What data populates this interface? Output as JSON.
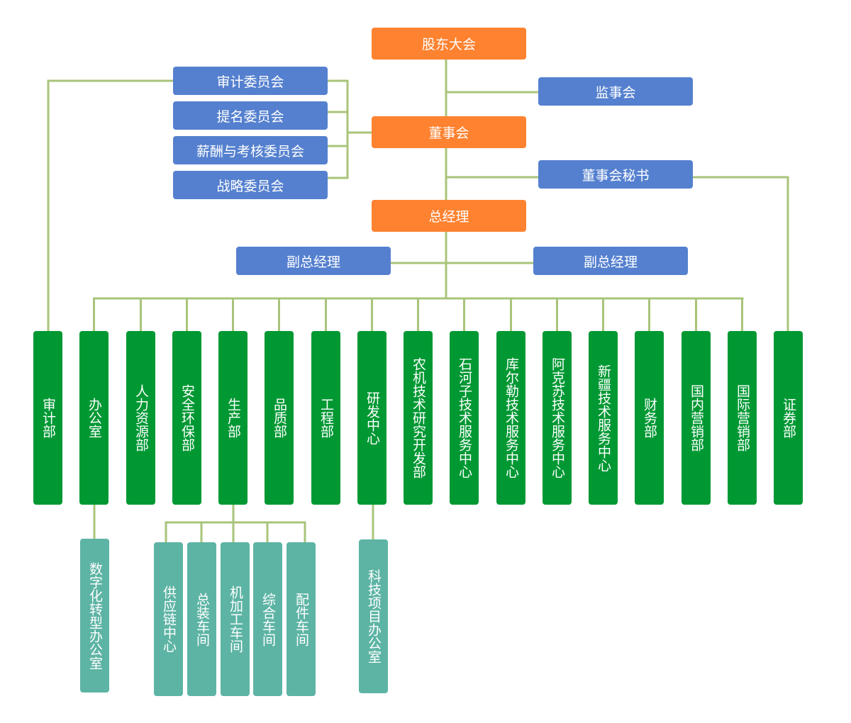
{
  "colors": {
    "connector": "#a9c47a",
    "top_level": "#fe8230",
    "committee": "#5580cf",
    "department": "#009833",
    "sub_unit": "#5db4a4",
    "text": "#ffffff"
  },
  "top": {
    "shareholders": "股东大会",
    "board": "董事会",
    "gm": "总经理"
  },
  "committees": [
    "审计委员会",
    "提名委员会",
    "薪酬与考核委员会",
    "战略委员会"
  ],
  "supervisory_board": "监事会",
  "board_secretary": "董事会秘书",
  "deputy_gms": [
    "副总经理",
    "副总经理"
  ],
  "departments": [
    "审计部",
    "办公室",
    "人力资源部",
    "安全环保部",
    "生产部",
    "品质部",
    "工程部",
    "研发中心",
    "农机技术研究开发部",
    "石河子技术服务中心",
    "库尔勒技术服务中心",
    "阿克苏技术服务中心",
    "新疆技术服务中心",
    "财务部",
    "国内营销部",
    "国际营销部",
    "证券部"
  ],
  "sub_units": {
    "office": [
      "数字化转型办公室"
    ],
    "production": [
      "供应链中心",
      "总装车间",
      "机加工车间",
      "综合车间",
      "配件车间"
    ],
    "rnd": [
      "科技项目办公室"
    ]
  }
}
